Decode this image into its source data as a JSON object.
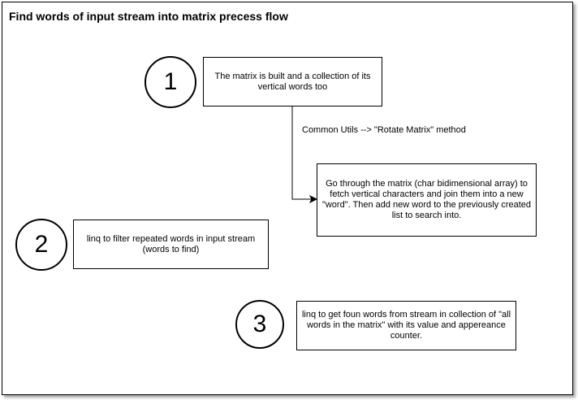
{
  "title": "Find words of input stream into matrix precess flow",
  "steps": [
    {
      "number": "1",
      "text": "The matrix is built and a collection of its vertical words too"
    },
    {
      "number": "2",
      "text": "linq to filter repeated words in input stream (words to find)"
    },
    {
      "number": "3",
      "text": "linq to get foun words from stream in collection of \"all words in the matrix\" with its value and appereance counter."
    }
  ],
  "edge_label": "Common Utils --> \"Rotate Matrix\" method",
  "detail_text": "Go through the matrix (char bidimensional array) to fetch vertical characters and join them into a new \"word\". Then add new word to the previously created list to search into."
}
